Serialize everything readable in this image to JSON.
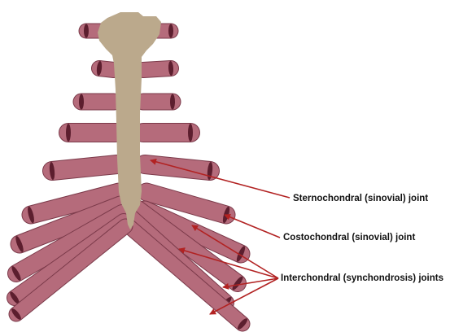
{
  "colors": {
    "sternum": "#BBA98C",
    "cartilage": "#B56B7B",
    "cartilage_edge": "#7B3A4A",
    "rib_end": "#5C1E2E",
    "arrow": "#B22222"
  },
  "labels": {
    "sternochondral": "Sternochondral (sinovial) joint",
    "costochondral": "Costochondral (sinovial) joint",
    "interchondral": "Interchondral (synchondrosis) joints"
  }
}
